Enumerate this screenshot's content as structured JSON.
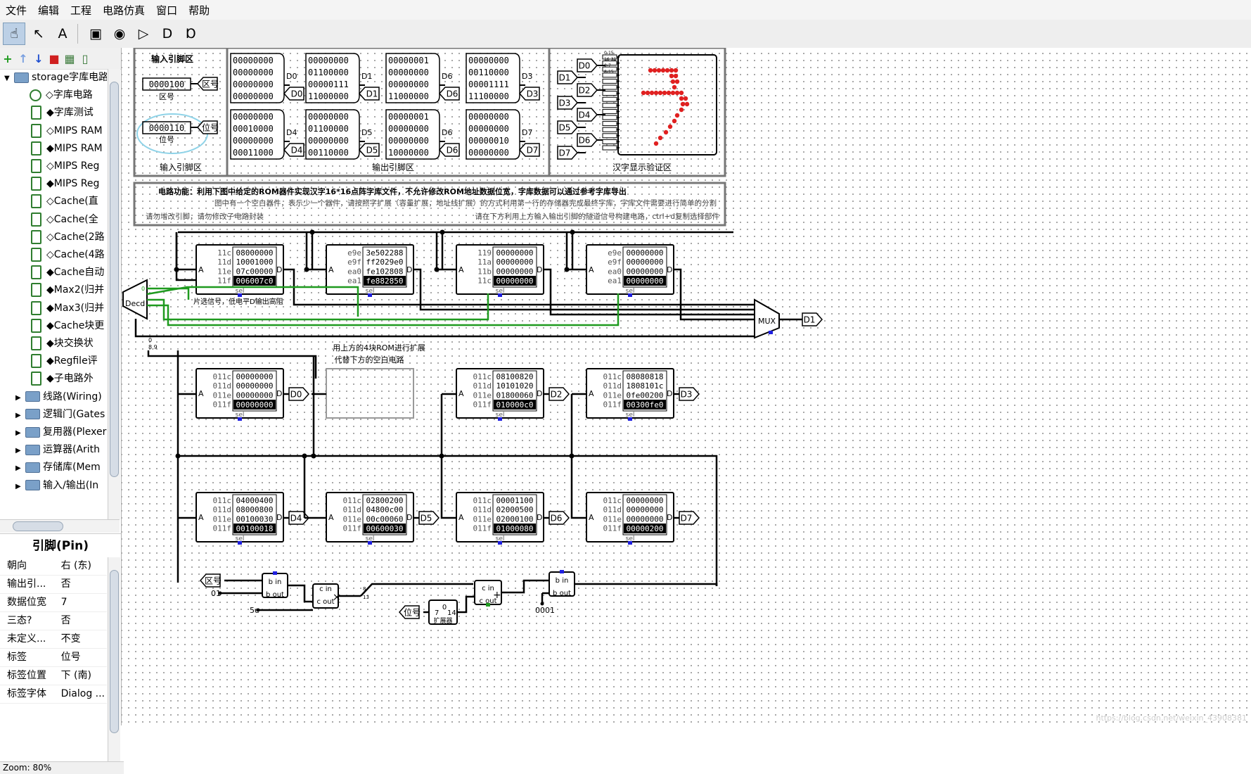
{
  "menu": [
    "文件",
    "编辑",
    "工程",
    "电路仿真",
    "窗口",
    "帮助"
  ],
  "toolbar": {
    "tools": [
      {
        "icon": "hand-poke-icon",
        "glyph": "☝"
      },
      {
        "icon": "arrow-select-icon",
        "glyph": "↖"
      },
      {
        "icon": "text-tool-icon",
        "glyph": "A"
      },
      {
        "icon": "pin-input-icon",
        "glyph": "▣"
      },
      {
        "icon": "pin-output-icon",
        "glyph": "◉"
      },
      {
        "icon": "not-gate-icon",
        "glyph": "▷"
      },
      {
        "icon": "and-gate-icon",
        "glyph": "D"
      },
      {
        "icon": "or-gate-icon",
        "glyph": "Ɒ"
      }
    ]
  },
  "tree_toolbar": [
    {
      "icon": "add-circuit-icon",
      "glyph": "+",
      "color": "#1f9a1f"
    },
    {
      "icon": "move-up-icon",
      "glyph": "↑",
      "color": "#7aa0e0"
    },
    {
      "icon": "move-down-icon",
      "glyph": "↓",
      "color": "#1f4fd0"
    },
    {
      "icon": "delete-icon",
      "glyph": "■",
      "color": "#d02020"
    },
    {
      "icon": "layout-icon",
      "glyph": "▦",
      "color": "#3a7a3a"
    },
    {
      "icon": "appearance-icon",
      "glyph": "▯",
      "color": "#3a7a3a"
    }
  ],
  "tree": [
    {
      "label": "storage字库电路",
      "kind": "root"
    },
    {
      "label": "◇字库电路",
      "kind": "mag"
    },
    {
      "label": "◆字库测试",
      "kind": "c"
    },
    {
      "label": "◇MIPS RAM",
      "kind": "c"
    },
    {
      "label": "◆MIPS RAM",
      "kind": "c"
    },
    {
      "label": "◇MIPS Reg",
      "kind": "c"
    },
    {
      "label": "◆MIPS Reg",
      "kind": "c"
    },
    {
      "label": "◇Cache(直",
      "kind": "c"
    },
    {
      "label": "◇Cache(全",
      "kind": "c"
    },
    {
      "label": "◇Cache(2路",
      "kind": "c"
    },
    {
      "label": "◇Cache(4路",
      "kind": "c"
    },
    {
      "label": "◆Cache自动",
      "kind": "c"
    },
    {
      "label": "◆Max2(归并",
      "kind": "c"
    },
    {
      "label": "◆Max3(归并",
      "kind": "c"
    },
    {
      "label": "◆Cache块更",
      "kind": "c"
    },
    {
      "label": "◆块交换状",
      "kind": "c"
    },
    {
      "label": "◆Regfile评",
      "kind": "c"
    },
    {
      "label": "◆子电路外",
      "kind": "c"
    },
    {
      "label": "线路(Wiring)",
      "kind": "lib"
    },
    {
      "label": "逻辑门(Gates",
      "kind": "lib"
    },
    {
      "label": "复用器(Plexer",
      "kind": "lib"
    },
    {
      "label": "运算器(Arith",
      "kind": "lib"
    },
    {
      "label": "存储库(Mem",
      "kind": "lib"
    },
    {
      "label": "输入/输出(In",
      "kind": "lib"
    }
  ],
  "props": {
    "title": "引脚(Pin)",
    "rows": [
      {
        "k": "朝向",
        "v": "右 (东)"
      },
      {
        "k": "输出引...",
        "v": "否"
      },
      {
        "k": "数据位宽",
        "v": "7"
      },
      {
        "k": "三态?",
        "v": "否"
      },
      {
        "k": "未定义...",
        "v": "不变"
      },
      {
        "k": "标签",
        "v": "位号"
      },
      {
        "k": "标签位置",
        "v": "下 (南)"
      },
      {
        "k": "标签字体",
        "v": "Dialog ..."
      }
    ]
  },
  "zoom": "Zoom: 80%",
  "panels": {
    "input_area_title": "输入引脚区",
    "input_area_caption": "输入引脚区",
    "output_area_caption": "输出引脚区",
    "display_area_caption": "汉字显示验证区",
    "zone_pin": {
      "value": "0000100",
      "tunnel": "区号",
      "caption": "区号"
    },
    "pos_pin": {
      "value": "0000110",
      "tunnel": "位号",
      "caption": "位号"
    }
  },
  "output_pins": [
    {
      "name": "D0",
      "rows": [
        "00000000",
        "00000000",
        "00000000",
        "00000000"
      ]
    },
    {
      "name": "D1",
      "rows": [
        "00000000",
        "01100000",
        "00000111",
        "11000000"
      ]
    },
    {
      "name": "D6",
      "rows": [
        "00000001",
        "00000000",
        "00000000",
        "11000000"
      ]
    },
    {
      "name": "D3",
      "rows": [
        "00000000",
        "00110000",
        "00001111",
        "11100000"
      ]
    },
    {
      "name": "D4",
      "rows": [
        "00000000",
        "00010000",
        "00000000",
        "00011000"
      ]
    },
    {
      "name": "D5",
      "rows": [
        "00000000",
        "01100000",
        "00000000",
        "00110000"
      ]
    },
    {
      "name": "D6",
      "rows": [
        "00000001",
        "00000000",
        "00000000",
        "10000000"
      ]
    },
    {
      "name": "D7",
      "rows": [
        "00000000",
        "00000000",
        "00000010",
        "00000000"
      ]
    }
  ],
  "display_tunnels": [
    "D0",
    "D1",
    "D2",
    "D3",
    "D4",
    "D5",
    "D6",
    "D7"
  ],
  "matrix_labels": [
    "0-15",
    "16-31",
    "0-7",
    "8-15"
  ],
  "description": {
    "title": "电路功能：利用下图中给定的ROM器件实现汉字16*16点阵字库文件，不允许修改ROM地址数据位宽，字库数据可以通过参考字库导出",
    "line2": "图中有一个空白器件，表示少一个器件，请按照字扩展（容量扩展，地址线扩展）的方式利用第一行的存储器完成最终字库，字库文件需要进行简单的分割",
    "line3_left": "请勿增改引脚，请勿修改子电路封装",
    "line3_right": "请在下方利用上方输入输出引脚的隧道信号构建电路，ctrl+d复制选择部件"
  },
  "top_roms": [
    {
      "addrs": [
        "11c",
        "11d",
        "11e",
        "11f"
      ],
      "vals": [
        "08000000",
        "10001000",
        "07c00000",
        "006007c0"
      ],
      "sel": "sel",
      "a": "A",
      "d": "D"
    },
    {
      "addrs": [
        "e9e",
        "e9f",
        "ea0",
        "ea1"
      ],
      "vals": [
        "3e502288",
        "ff2029e0",
        "fe102808",
        "fe882850"
      ],
      "sel": "sel",
      "a": "A",
      "d": "D"
    },
    {
      "addrs": [
        "119",
        "11a",
        "11b",
        "11c"
      ],
      "vals": [
        "00000000",
        "00000000",
        "00000000",
        "00000000"
      ],
      "sel": "sel",
      "a": "A",
      "d": "D"
    },
    {
      "addrs": [
        "e9e",
        "e9f",
        "ea0",
        "ea1"
      ],
      "vals": [
        "00000000",
        "00000000",
        "00000000",
        "00000000"
      ],
      "sel": "sel",
      "a": "A",
      "d": "D"
    }
  ],
  "decoder_label": "Decd",
  "mux_label": "MUX",
  "mux_out": "D1",
  "chip_select_note": "片选信号，低电平D输出高阻",
  "splitter_label": "0\n8,9",
  "expand_note_1": "用上方的4块ROM进行扩展",
  "expand_note_2": "代替下方的空白电路",
  "mid_roms": [
    {
      "addrs": [
        "011c",
        "011d",
        "011e",
        "011f"
      ],
      "vals": [
        "00000000",
        "00000000",
        "00000000",
        "00000000"
      ],
      "out": "D0",
      "empty": false
    },
    {
      "empty": true
    },
    {
      "addrs": [
        "011c",
        "011d",
        "011e",
        "011f"
      ],
      "vals": [
        "08100820",
        "10101020",
        "01800060",
        "010000c0"
      ],
      "out": "D2",
      "empty": false
    },
    {
      "addrs": [
        "011c",
        "011d",
        "011e",
        "011f"
      ],
      "vals": [
        "08080818",
        "1808101c",
        "0fe00200",
        "00300fe0"
      ],
      "out": "D3",
      "empty": false
    }
  ],
  "bot_roms": [
    {
      "addrs": [
        "011c",
        "011d",
        "011e",
        "011f"
      ],
      "vals": [
        "04000400",
        "08000800",
        "00100030",
        "00100018"
      ],
      "out": "D4"
    },
    {
      "addrs": [
        "011c",
        "011d",
        "011e",
        "011f"
      ],
      "vals": [
        "02800200",
        "04800c00",
        "00c00060",
        "00600030"
      ],
      "out": "D5"
    },
    {
      "addrs": [
        "011c",
        "011d",
        "011e",
        "011f"
      ],
      "vals": [
        "00001100",
        "02000500",
        "02000100",
        "01000080"
      ],
      "out": "D6"
    },
    {
      "addrs": [
        "011c",
        "011d",
        "011e",
        "011f"
      ],
      "vals": [
        "00000000",
        "00000000",
        "00000000",
        "00000200"
      ],
      "out": "D7"
    }
  ],
  "arith": {
    "zone_tunnel": "区号",
    "pos_tunnel": "位号",
    "const_01": "01",
    "const_5e": "5e",
    "const_0001": "0001",
    "sub1_top": "b in",
    "sub1_bot": "b out",
    "mul_top": "c in",
    "mul_bot": "c out",
    "add_top": "c in",
    "add_bot": "c out",
    "sub2_top": "b in",
    "sub2_bot": "b out",
    "ext_label": "扩展器",
    "ext_in": "7",
    "ext_mid": "0",
    "ext_out": "14",
    "split_label": "8\n13"
  },
  "watermark": "https://blog.csdn.net/weixin_43908381",
  "colors": {
    "wire": "#000000",
    "active_wire": "#1f9a1f",
    "red_dot": "#e02020",
    "blue_pin": "#2020e0"
  }
}
